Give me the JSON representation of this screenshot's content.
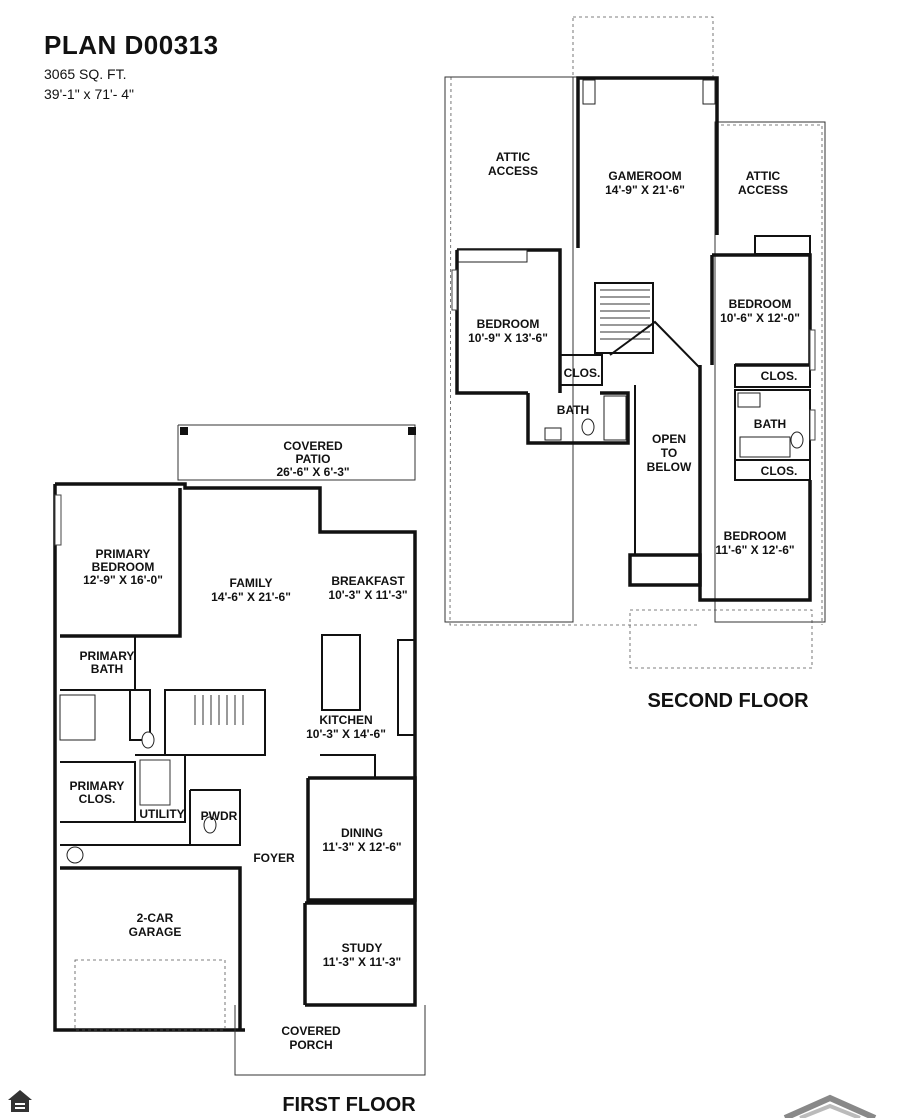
{
  "plan": {
    "title": "PLAN D00313",
    "sqft": "3065 SQ. FT.",
    "dimensions": "39'-1\" x 71'- 4\""
  },
  "first_floor": {
    "label": "FIRST FLOOR",
    "rooms": {
      "covered_patio": {
        "name": [
          "COVERED",
          "PATIO"
        ],
        "size": "26'-6\" X 6'-3\""
      },
      "primary_bedroom": {
        "name": [
          "PRIMARY",
          "BEDROOM"
        ],
        "size": "12'-9\" X 16'-0\""
      },
      "family": {
        "name": "FAMILY",
        "size": "14'-6\" X 21'-6\""
      },
      "breakfast": {
        "name": "BREAKFAST",
        "size": "10'-3\" X 11'-3\""
      },
      "primary_bath": {
        "name": [
          "PRIMARY",
          "BATH"
        ]
      },
      "kitchen": {
        "name": "KITCHEN",
        "size": "10'-3\" X 14'-6\""
      },
      "primary_clos": {
        "name": [
          "PRIMARY",
          "CLOS."
        ]
      },
      "utility": {
        "name": "UTILITY"
      },
      "pwdr": {
        "name": "PWDR"
      },
      "dining": {
        "name": "DINING",
        "size": "11'-3\" X 12'-6\""
      },
      "foyer": {
        "name": "FOYER"
      },
      "garage": {
        "name": [
          "2-CAR",
          "GARAGE"
        ]
      },
      "study": {
        "name": "STUDY",
        "size": "11'-3\" X 11'-3\""
      },
      "covered_porch": {
        "name": [
          "COVERED",
          "PORCH"
        ]
      }
    }
  },
  "second_floor": {
    "label": "SECOND FLOOR",
    "rooms": {
      "attic_left": {
        "name": [
          "ATTIC",
          "ACCESS"
        ]
      },
      "gameroom": {
        "name": "GAMEROOM",
        "size": "14'-9\" X 21'-6\""
      },
      "attic_right": {
        "name": [
          "ATTIC",
          "ACCESS"
        ]
      },
      "bedroom_2": {
        "name": "BEDROOM",
        "size": "10'-9\" X 13'-6\""
      },
      "bedroom_3": {
        "name": "BEDROOM",
        "size": "10'-6\" X 12'-0\""
      },
      "clos_left": {
        "name": "CLOS."
      },
      "clos_right_top": {
        "name": "CLOS."
      },
      "bath_left": {
        "name": "BATH"
      },
      "bath_right": {
        "name": "BATH"
      },
      "open_to_below": {
        "name": [
          "OPEN",
          "TO",
          "BELOW"
        ]
      },
      "clos_right_bottom": {
        "name": "CLOS."
      },
      "bedroom_4": {
        "name": "BEDROOM",
        "size": "11'-6\" X 12'-6\""
      }
    }
  }
}
